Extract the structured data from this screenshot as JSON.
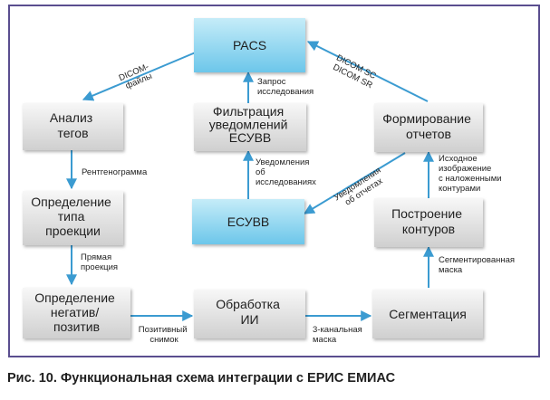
{
  "nodes": {
    "pacs": [
      "PACS"
    ],
    "analysis": [
      "Анализ",
      "тегов"
    ],
    "filtering": [
      "Фильтрация",
      "уведомлений",
      "ЕСУВВ"
    ],
    "reports": [
      "Формирование",
      "отчетов"
    ],
    "esuvv": [
      "ЕСУВВ"
    ],
    "projection": [
      "Определение",
      "типа",
      "проекции"
    ],
    "contours": [
      "Построение",
      "контуров"
    ],
    "negative": [
      "Определение",
      "негатив/",
      "позитив"
    ],
    "ai": [
      "Обработка",
      "ИИ"
    ],
    "segmentation": [
      "Сегментация"
    ]
  },
  "edge_labels": {
    "dicom_files": [
      "DICOM-",
      "файлы"
    ],
    "request": [
      "Запрос",
      "исследования"
    ],
    "dicom_sc_sr": [
      "DICOM SC",
      "DICOM SR"
    ],
    "xray": [
      "Рентгенограмма"
    ],
    "study_notifications": [
      "Уведомления",
      "об",
      "исследованиях"
    ],
    "report_notifications": [
      "Уведомления",
      "об отчетах"
    ],
    "source_image": [
      "Исходное",
      "изображение",
      "с наложенными",
      "контурами"
    ],
    "frontal": [
      "Прямая",
      "проекция"
    ],
    "segmented_mask": [
      "Сегментированная",
      "маска"
    ],
    "positive_image": [
      "Позитивный",
      "снимок"
    ],
    "three_channel_mask": [
      "3-канальная",
      "маска"
    ]
  },
  "caption": "Рис. 10. Функциональная схема интеграции с ЕРИС ЕМИАС",
  "colors": {
    "frame": "#5a4e8f",
    "arrow": "#3b9bd1",
    "box_gray_light": "#f7f7f7",
    "box_gray_dark": "#cfcfcf",
    "box_blue_light": "#c5ecf8",
    "box_blue_dark": "#6cc6ea"
  }
}
